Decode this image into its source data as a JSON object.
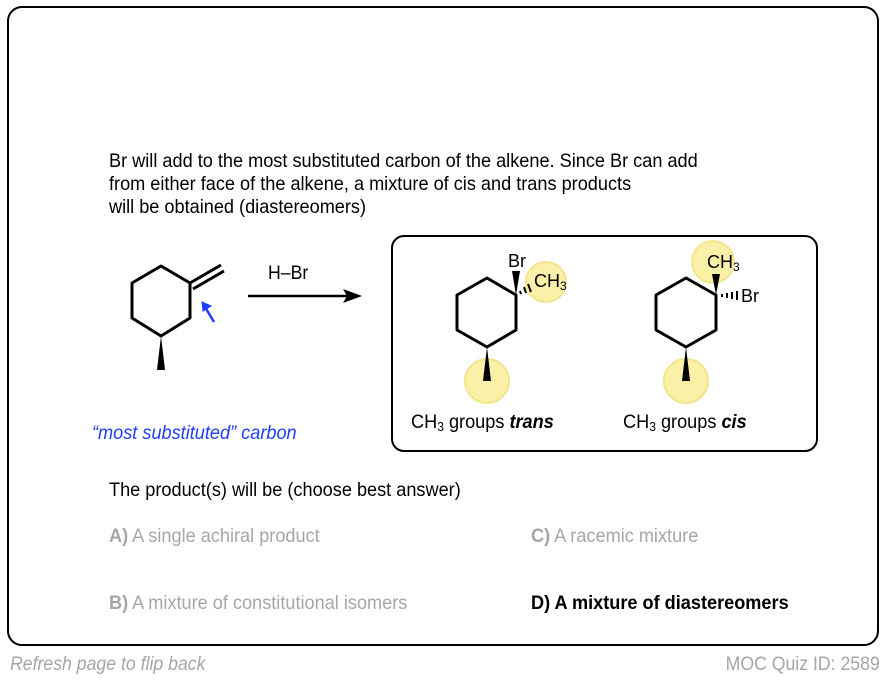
{
  "explanation": {
    "lines": [
      "Br will add to the most substituted carbon of the alkene. Since Br can add",
      "from either face of the alkene, a mixture of cis and trans products",
      "will be obtained (diastereomers)"
    ]
  },
  "reaction": {
    "reagent": "H–Br",
    "reactant_annotation": "“most substituted” carbon",
    "annotation_color": "#1f3dff",
    "highlight_color": "#fbf0a8"
  },
  "products": [
    {
      "name": "trans-product",
      "top_atom": "Br",
      "side_atom_main": "CH",
      "side_atom_sub": "3",
      "caption_prefix": "CH",
      "caption_sub": "3",
      "caption_middle": " groups ",
      "caption_emphasis": "trans"
    },
    {
      "name": "cis-product",
      "top_atom_main": "CH",
      "top_atom_sub": "3",
      "side_atom": "Br",
      "caption_prefix": "CH",
      "caption_sub": "3",
      "caption_middle": " groups ",
      "caption_emphasis": "cis"
    }
  ],
  "question": "The product(s) will be (choose best answer)",
  "options": [
    {
      "letter": "A)",
      "text": " A single achiral product",
      "state": "dimmed"
    },
    {
      "letter": "B)",
      "text": " A mixture of constitutional isomers",
      "state": "dimmed"
    },
    {
      "letter": "C)",
      "text": " A racemic mixture",
      "state": "dimmed"
    },
    {
      "letter": "D)",
      "text": " A mixture of diastereomers",
      "state": "correct"
    }
  ],
  "footer": {
    "left": "Refresh page to flip back",
    "right": "MOC Quiz ID: 2589"
  }
}
